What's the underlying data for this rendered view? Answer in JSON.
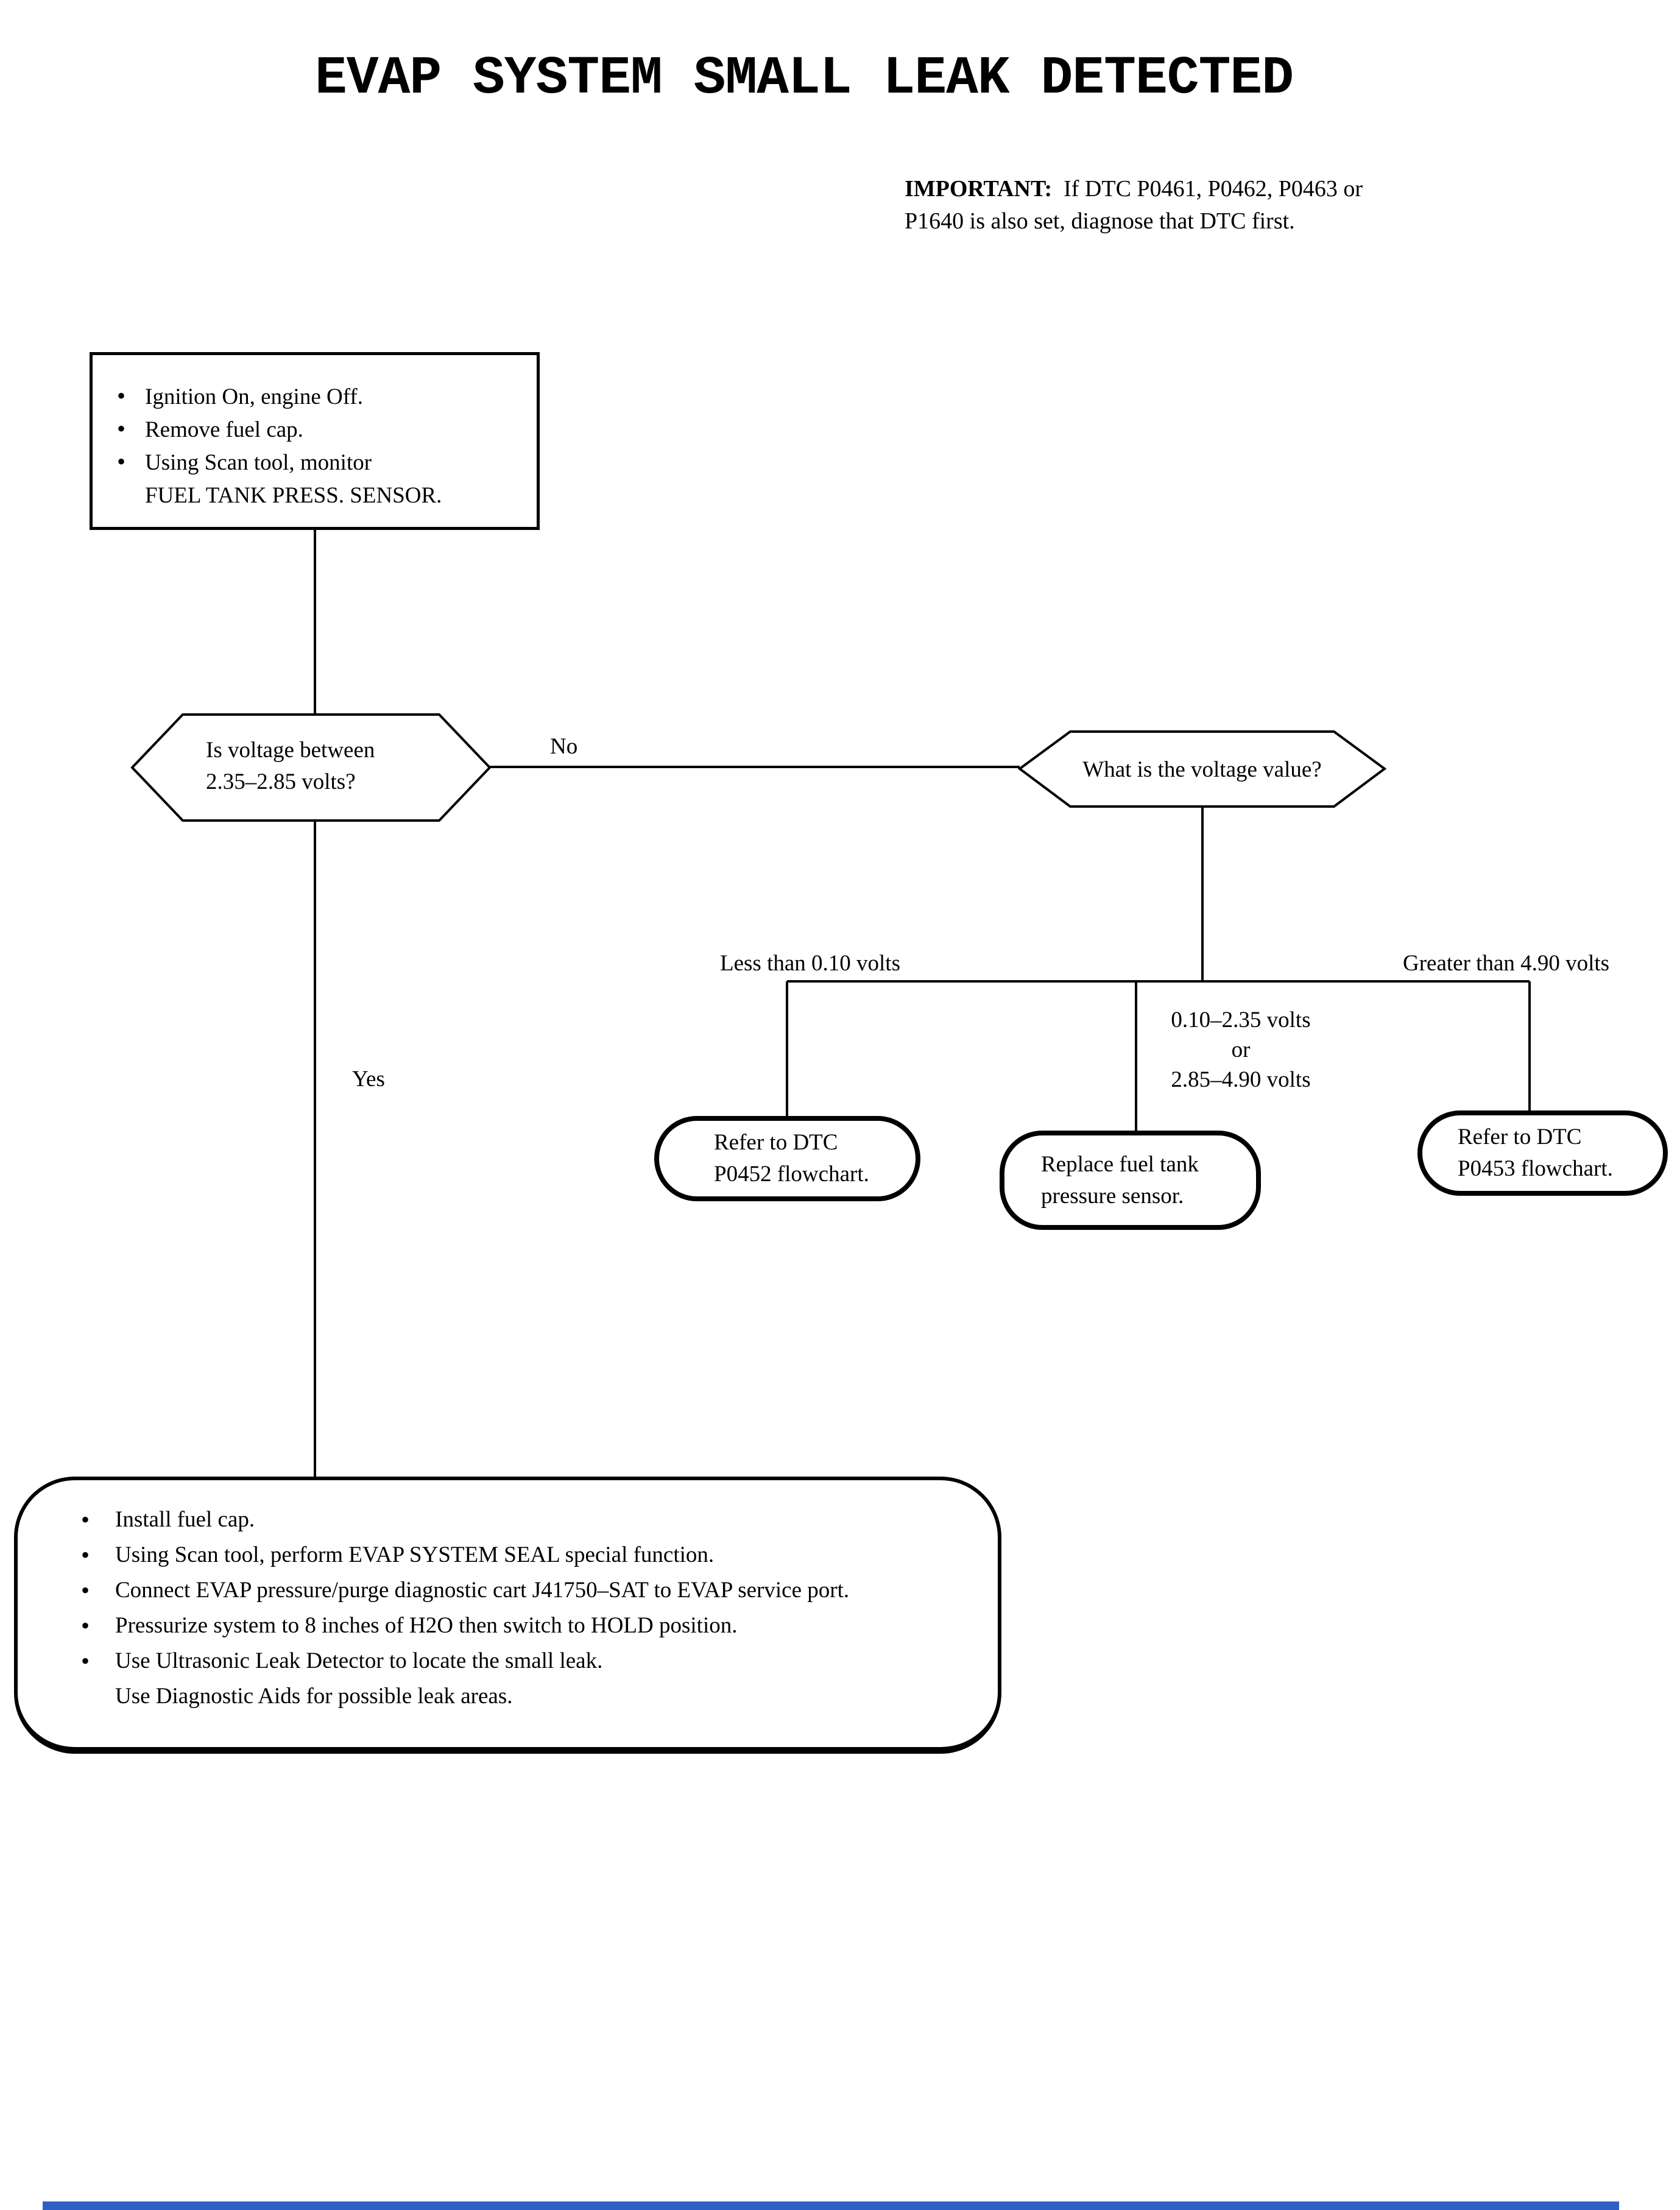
{
  "title": "EVAP SYSTEM SMALL LEAK DETECTED",
  "important": {
    "label": "IMPORTANT:",
    "line1": "If DTC P0461, P0462, P0463 or",
    "line2": "P1640 is also set, diagnose that DTC first."
  },
  "start_box": {
    "items": [
      "Ignition On, engine Off.",
      "Remove fuel cap.",
      "Using Scan tool, monitor\nFUEL TANK PRESS. SENSOR."
    ]
  },
  "decision1": {
    "question": "Is voltage between\n2.35–2.85 volts?"
  },
  "decision2": {
    "question": "What is the voltage value?"
  },
  "edges": {
    "no": "No",
    "yes": "Yes",
    "less": "Less than 0.10 volts",
    "greater": "Greater than 4.90 volts",
    "mid": "0.10–2.35 volts\nor\n2.85–4.90 volts"
  },
  "terminals": {
    "p0452": "Refer to DTC\nP0452 flowchart.",
    "replace": "Replace fuel tank\npressure sensor.",
    "p0453": "Refer to DTC\nP0453 flowchart."
  },
  "action_box": {
    "items": [
      "Install fuel cap.",
      "Using Scan tool, perform EVAP SYSTEM SEAL special function.",
      "Connect EVAP pressure/purge diagnostic cart J41750–SAT to EVAP service port.",
      "Pressurize system to 8 inches of H2O then switch to HOLD position.",
      "Use Ultrasonic Leak Detector to locate the small leak.\nUse Diagnostic Aids for possible leak areas."
    ]
  },
  "colors": {
    "ink": "#000000",
    "footer_bar": "#2e5fc5"
  }
}
